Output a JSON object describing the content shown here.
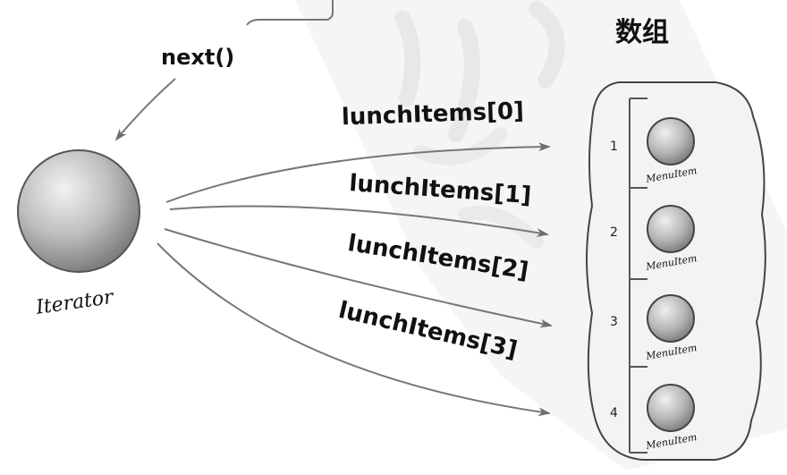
{
  "diagram": {
    "title": "数组",
    "call_label": "next()",
    "iterator_label": "Iterator",
    "array_refs": [
      "lunchItems[0]",
      "lunchItems[1]",
      "lunchItems[2]",
      "lunchItems[3]"
    ],
    "slots": [
      {
        "index": "1",
        "item": "MenuItem"
      },
      {
        "index": "2",
        "item": "MenuItem"
      },
      {
        "index": "3",
        "item": "MenuItem"
      },
      {
        "index": "4",
        "item": "MenuItem"
      }
    ],
    "colors": {
      "background": "#ffffff",
      "watermark": "#e6e6e6",
      "line": "#7a7a7a",
      "sphere_light": "#e8e8e8",
      "sphere_dark": "#8a8a8a",
      "text": "#111111"
    }
  }
}
